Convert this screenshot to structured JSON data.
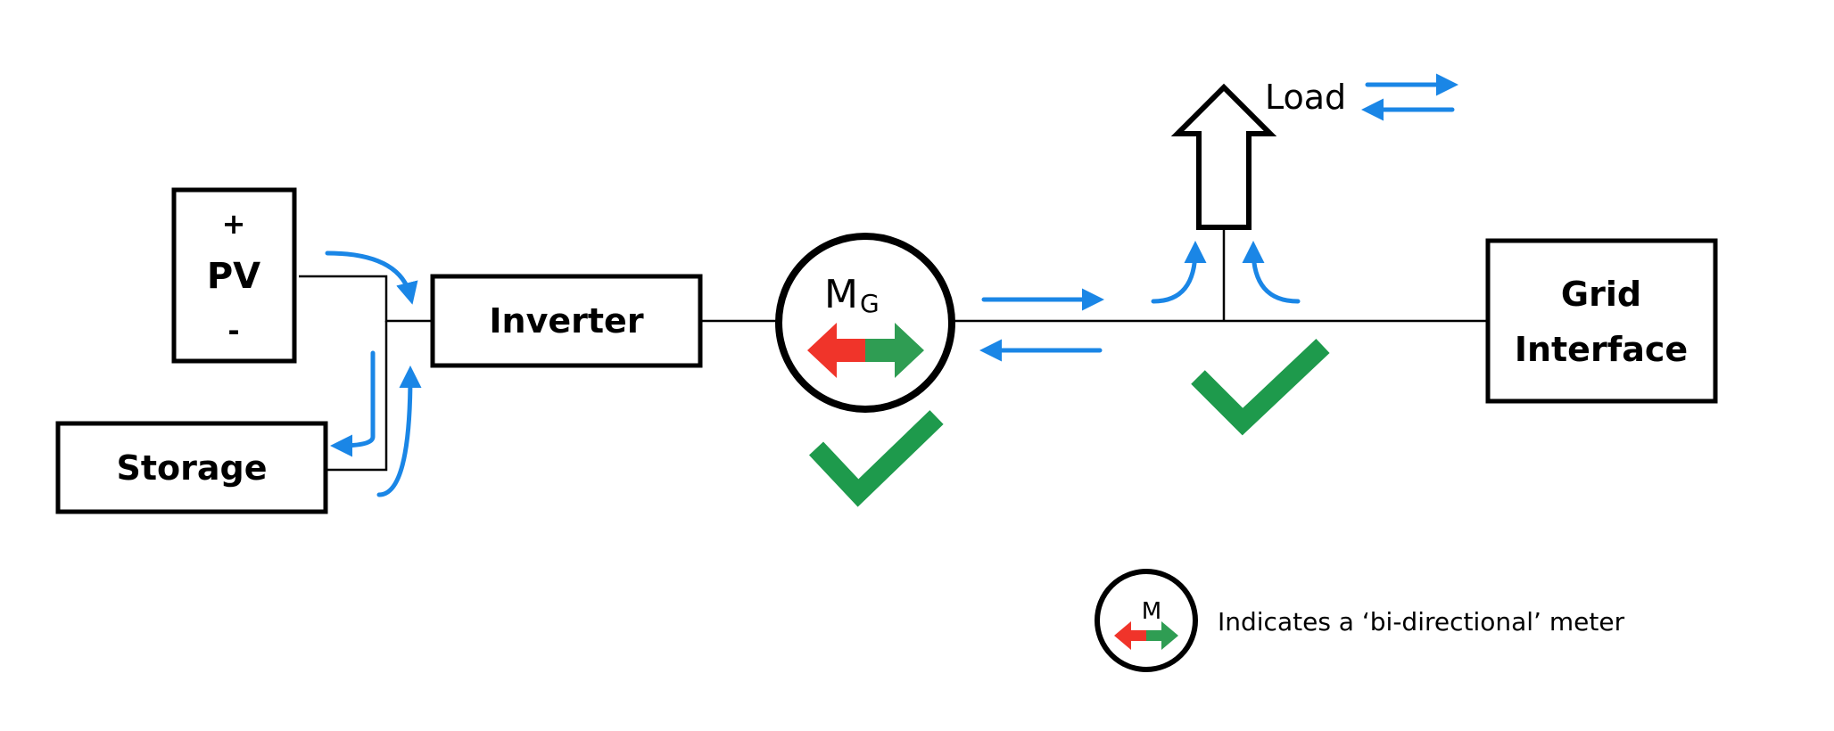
{
  "pv": {
    "plus": "+",
    "label": "PV",
    "minus": "-"
  },
  "storage": {
    "label": "Storage"
  },
  "inverter": {
    "label": "Inverter"
  },
  "meter": {
    "label_main": "M",
    "label_sub": "G"
  },
  "load": {
    "label": "Load"
  },
  "grid": {
    "line1": "Grid",
    "line2": "Interface"
  },
  "legend": {
    "meter_letter": "M",
    "text": "Indicates a ‘bi-directional’ meter"
  },
  "colors": {
    "flow_blue": "#1a86e6",
    "check_green": "#1e9a4c",
    "meter_red": "#f0342a",
    "meter_green": "#2f9d53",
    "line": "#000000"
  }
}
